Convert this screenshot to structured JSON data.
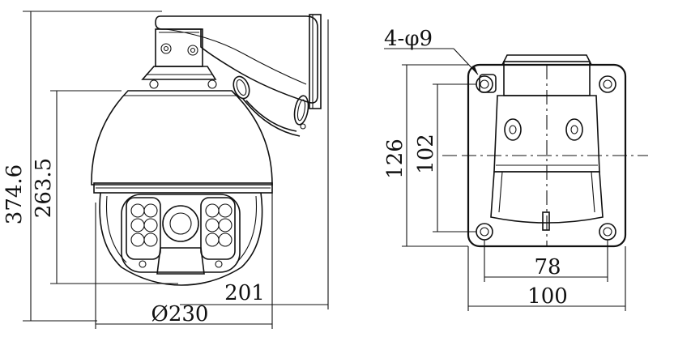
{
  "side_view": {
    "total_height": "374.6",
    "dome_height": "263.5",
    "depth": "201",
    "diameter": "Ø230"
  },
  "front_view": {
    "hole_spec": "4-φ9",
    "mount_height": "126",
    "hole_spacing_vertical": "102",
    "hole_spacing_horizontal": "78",
    "mount_width": "100"
  }
}
